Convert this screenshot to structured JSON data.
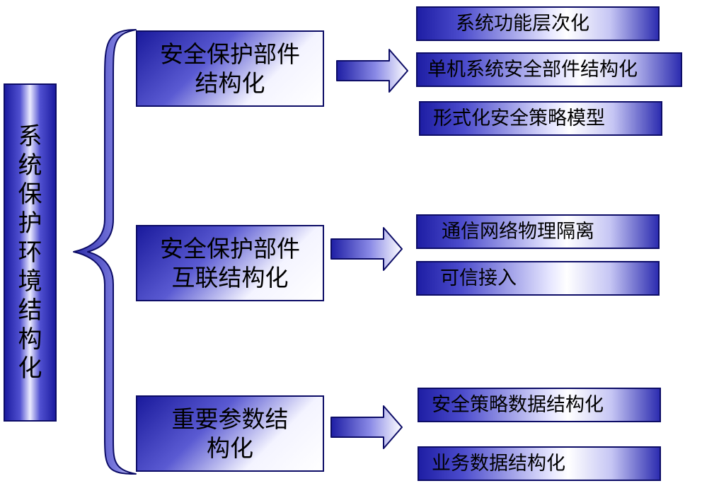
{
  "root": {
    "chars": [
      "系",
      "统",
      "保",
      "护",
      "环",
      "境",
      "结",
      "构",
      "化"
    ]
  },
  "groups": [
    {
      "lines": [
        "安全保护部件",
        "结构化"
      ],
      "leaves": [
        "系统功能层次化",
        "单机系统安全部件结构化",
        "形式化安全策略模型"
      ]
    },
    {
      "lines": [
        "安全保护部件",
        "互联结构化"
      ],
      "leaves": [
        "通信网络物理隔离",
        "可信接入"
      ]
    },
    {
      "lines": [
        "重要参数结",
        "构化"
      ],
      "leaves": [
        "安全策略数据结构化",
        "业务数据结构化"
      ]
    }
  ],
  "colors": {
    "box_border": "#0c0c66",
    "box_dark": "#1c1ca0",
    "box_light": "#ffffff"
  }
}
